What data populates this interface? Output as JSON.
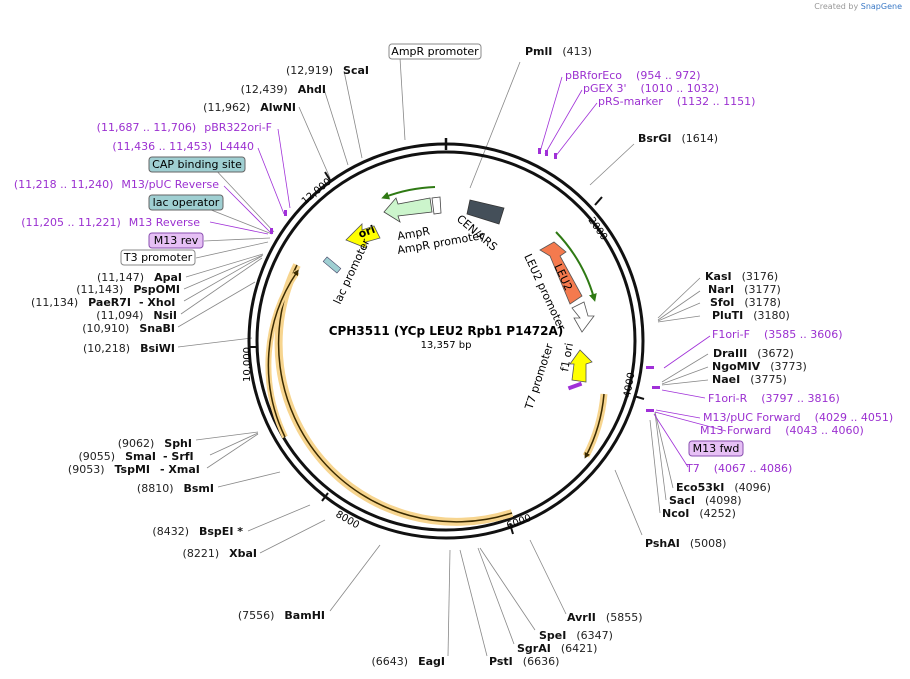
{
  "credit": {
    "prefix": "Created by",
    "brand": "SnapGene"
  },
  "plasmid": {
    "name": "CPH3511 (YCp LEU2 Rpb1 P1472A)",
    "size": "13,357 bp"
  },
  "tick_labels": [
    "2000",
    "4000",
    "6000",
    "8000",
    "10,000",
    "12,000"
  ],
  "enzymes": [
    {
      "name": "PmlI",
      "pos": "(413)"
    },
    {
      "name": "BsrGI",
      "pos": "(1614)"
    },
    {
      "name": "KasI",
      "pos": "(3176)"
    },
    {
      "name": "NarI",
      "pos": "(3177)"
    },
    {
      "name": "SfoI",
      "pos": "(3178)"
    },
    {
      "name": "PluTI",
      "pos": "(3180)"
    },
    {
      "name": "DraIII",
      "pos": "(3672)"
    },
    {
      "name": "NgoMIV",
      "pos": "(3773)"
    },
    {
      "name": "NaeI",
      "pos": "(3775)"
    },
    {
      "name": "Eco53kI",
      "pos": "(4096)"
    },
    {
      "name": "SacI",
      "pos": "(4098)"
    },
    {
      "name": "NcoI",
      "pos": "(4252)"
    },
    {
      "name": "PshAI",
      "pos": "(5008)"
    },
    {
      "name": "AvrII",
      "pos": "(5855)"
    },
    {
      "name": "SpeI",
      "pos": "(6347)"
    },
    {
      "name": "SgrAI",
      "pos": "(6421)"
    },
    {
      "name": "PstI",
      "pos": "(6636)"
    },
    {
      "name": "EagI",
      "pos": "(6643)"
    },
    {
      "name": "BamHI",
      "pos": "(7556)"
    },
    {
      "name": "XbaI",
      "pos": "(8221)"
    },
    {
      "name": "BspEI *",
      "pos": "(8432)"
    },
    {
      "name": "BsmI",
      "pos": "(8810)"
    },
    {
      "name": "SphI",
      "pos": "(9062)"
    },
    {
      "name": "SmaI",
      "pos": "(9055)"
    },
    {
      "name": "TspMI",
      "pos": "(9053)"
    },
    {
      "name": "- SrfI",
      "pos": ""
    },
    {
      "name": "- XmaI",
      "pos": ""
    },
    {
      "name": "BsiWI",
      "pos": "(10,218)"
    },
    {
      "name": "SnaBI",
      "pos": "(10,910)"
    },
    {
      "name": "NsiI",
      "pos": "(11,094)"
    },
    {
      "name": "PaeR7I",
      "pos": "(11,134)"
    },
    {
      "name": "- XhoI",
      "pos": ""
    },
    {
      "name": "PspOMI",
      "pos": "(11,143)"
    },
    {
      "name": "ApaI",
      "pos": "(11,147)"
    },
    {
      "name": "AlwNI",
      "pos": "(11,962)"
    },
    {
      "name": "AhdI",
      "pos": "(12,439)"
    },
    {
      "name": "ScaI",
      "pos": "(12,919)"
    }
  ],
  "primers": [
    {
      "name": "pBRforEco",
      "range": "(954 .. 972)"
    },
    {
      "name": "pGEX 3'",
      "range": "(1010 .. 1032)"
    },
    {
      "name": "pRS-marker",
      "range": "(1132 .. 1151)"
    },
    {
      "name": "F1ori-F",
      "range": "(3585 .. 3606)"
    },
    {
      "name": "F1ori-R",
      "range": "(3797 .. 3816)"
    },
    {
      "name": "M13/pUC Forward",
      "range": "(4029 .. 4051)"
    },
    {
      "name": "M13 Forward",
      "range": "(4043 .. 4060)"
    },
    {
      "name": "T7",
      "range": "(4067 .. 4086)"
    },
    {
      "name": "pBR322ori-F",
      "range": "(11,687 .. 11,706)"
    },
    {
      "name": "L4440",
      "range": "(11,436 .. 11,453)"
    },
    {
      "name": "M13/pUC Reverse",
      "range": "(11,218 .. 11,240)"
    },
    {
      "name": "M13 Reverse",
      "range": "(11,205 .. 11,221)"
    }
  ],
  "boxed_features": [
    {
      "name": "AmpR promoter",
      "style": "plain"
    },
    {
      "name": "CAP binding site",
      "style": "teal"
    },
    {
      "name": "lac operator",
      "style": "teal"
    },
    {
      "name": "M13 rev",
      "style": "violet"
    },
    {
      "name": "T3 promoter",
      "style": "plain"
    },
    {
      "name": "M13 fwd",
      "style": "violet"
    }
  ],
  "inner_features": [
    "ori",
    "AmpR",
    "AmpR promoter",
    "CEN/ARS",
    "LEU2",
    "LEU2 promoter",
    "f1 ori",
    "T7 promoter",
    "lac promoter"
  ],
  "colors": {
    "enzyme": "#111111",
    "primer": "#9b30d0",
    "ampr": "#ccf5cc",
    "ori": "#ffff00",
    "leu2": "#f47a4e",
    "cen": "#444f59",
    "f1": "#ffff00",
    "orf": "#f0b040",
    "teal": "#9fcfd2",
    "violet": "#e6c0f5"
  }
}
